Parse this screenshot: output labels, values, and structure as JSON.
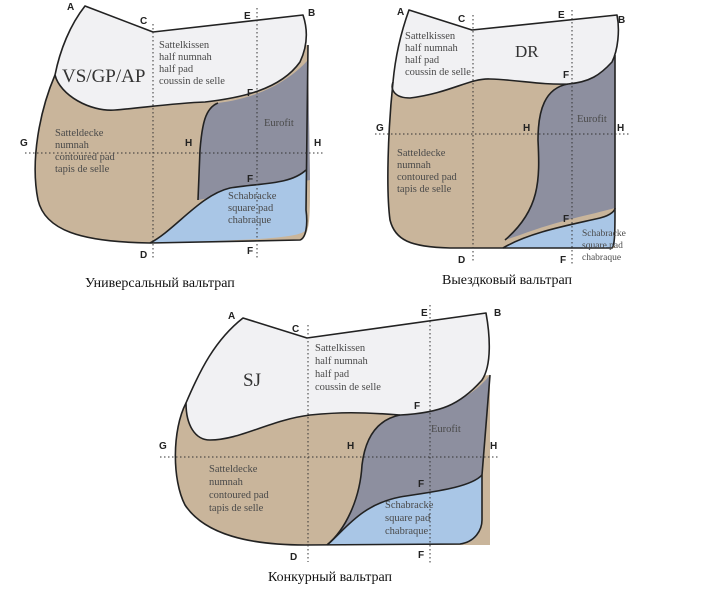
{
  "colors": {
    "half_pad": "#f1f1f3",
    "contoured": "#c9b59b",
    "eurofit": "#8d8f9f",
    "square": "#a9c6e6"
  },
  "regions": {
    "half_pad": [
      "Sattelkissen",
      "half numnah",
      "half pad",
      "coussin de selle"
    ],
    "contoured": [
      "Satteldecke",
      "numnah",
      "contoured pad",
      "tapis de selle"
    ],
    "eurofit": "Eurofit",
    "square": [
      "Schabracke",
      "square pad",
      "chabraque"
    ]
  },
  "point_labels": {
    "A": "A",
    "B": "B",
    "C": "C",
    "D": "D",
    "E": "E",
    "F": "F",
    "G": "G",
    "H": "H"
  },
  "pads": [
    {
      "type": "VS/GP/AP",
      "caption": "Универсальный вальтрап"
    },
    {
      "type": "DR",
      "caption": "Выездковый вальтрап"
    },
    {
      "type": "SJ",
      "caption": "Конкурный вальтрап"
    }
  ]
}
